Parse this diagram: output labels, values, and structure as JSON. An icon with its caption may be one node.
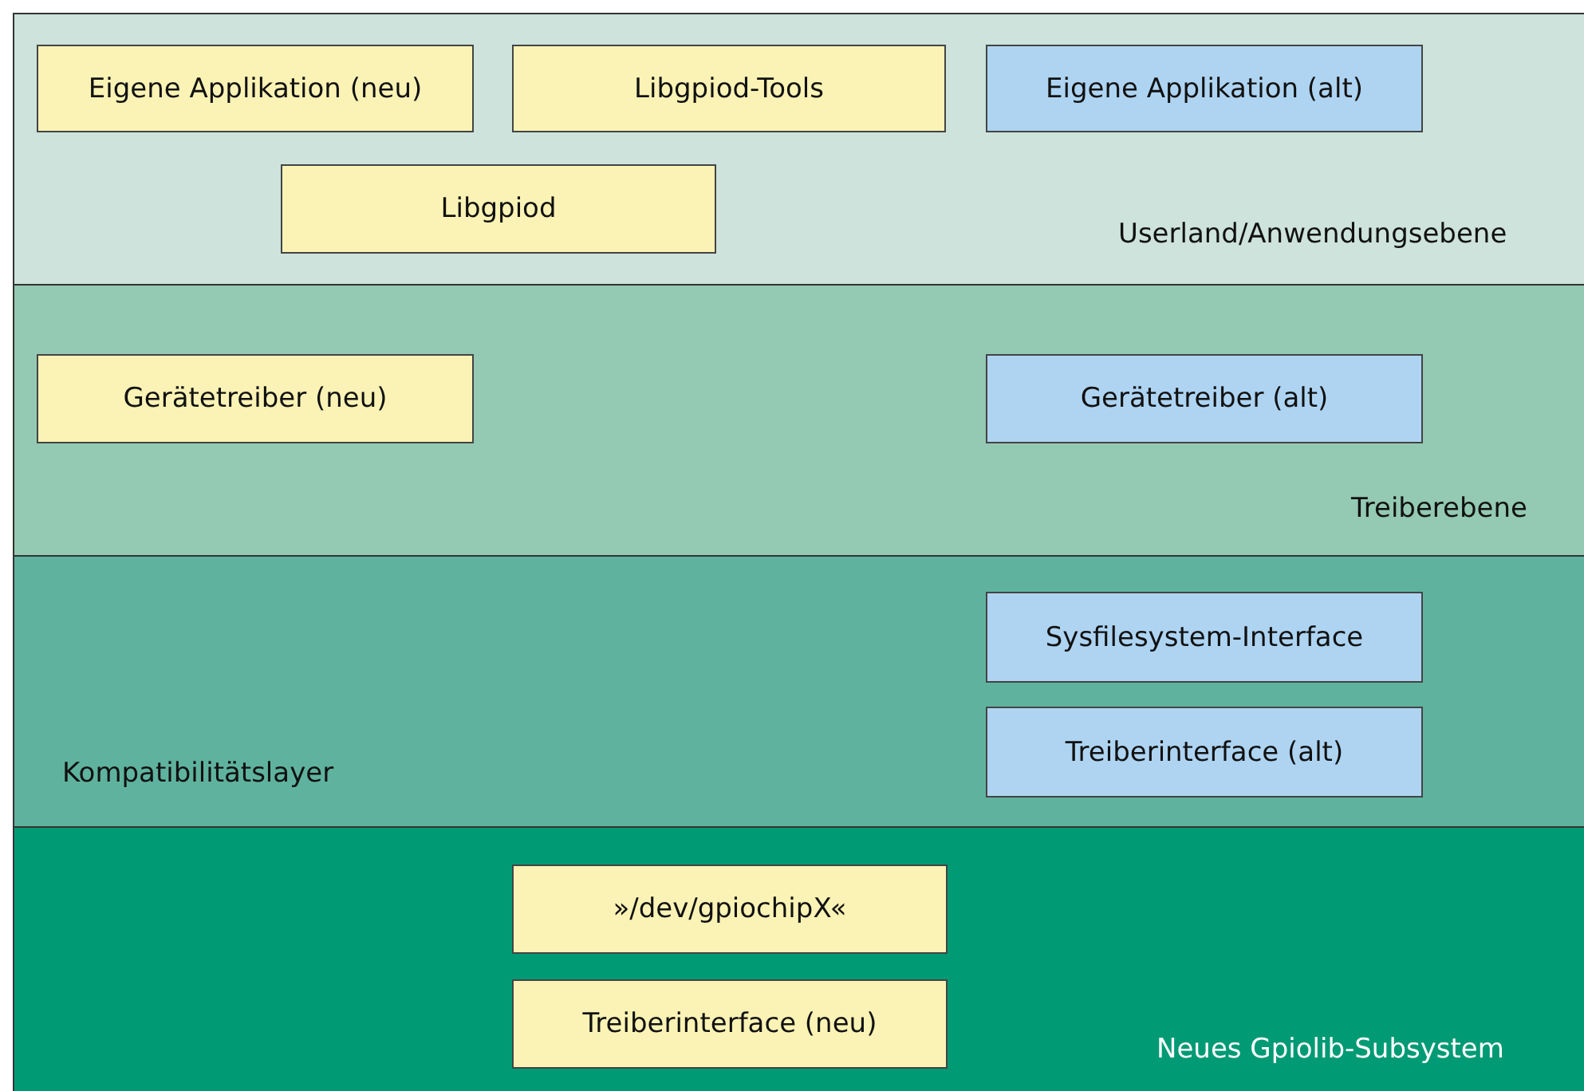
{
  "diagram": {
    "nodes": [
      {
        "text": [
          "Userland/Anwendungsebene"
        ]
      },
      {
        "text": [
          "Eigene Applikation (neu)"
        ],
        "in": 0
      },
      {
        "text": [
          "Libgpiod-Tools"
        ],
        "in": 0
      },
      {
        "text": [
          "Eigene Applikation (alt)"
        ],
        "in": 0
      },
      {
        "text": [
          "Libgpiod"
        ],
        "in": 0
      },
      {
        "text": [
          "Treiberebene"
        ]
      },
      {
        "text": [
          "Gerätetreiber (neu)"
        ],
        "in": 5
      },
      {
        "text": [
          "Gerätetreiber (alt)"
        ],
        "in": 5
      },
      {
        "text": [
          "Kompatibilitätslayer"
        ]
      },
      {
        "text": [
          "Sysfilesystem-Interface"
        ],
        "in": 8
      },
      {
        "text": [
          "Treiberinterface (alt)"
        ],
        "in": 8
      },
      {
        "text": [
          "Neues Gpiolib-Subsystem"
        ]
      },
      {
        "text": [
          "»/dev/gpiochipX«"
        ],
        "in": 11
      },
      {
        "text": [
          "Treiberinterface (neu)"
        ],
        "in": 11
      }
    ],
    "edges": []
  }
}
